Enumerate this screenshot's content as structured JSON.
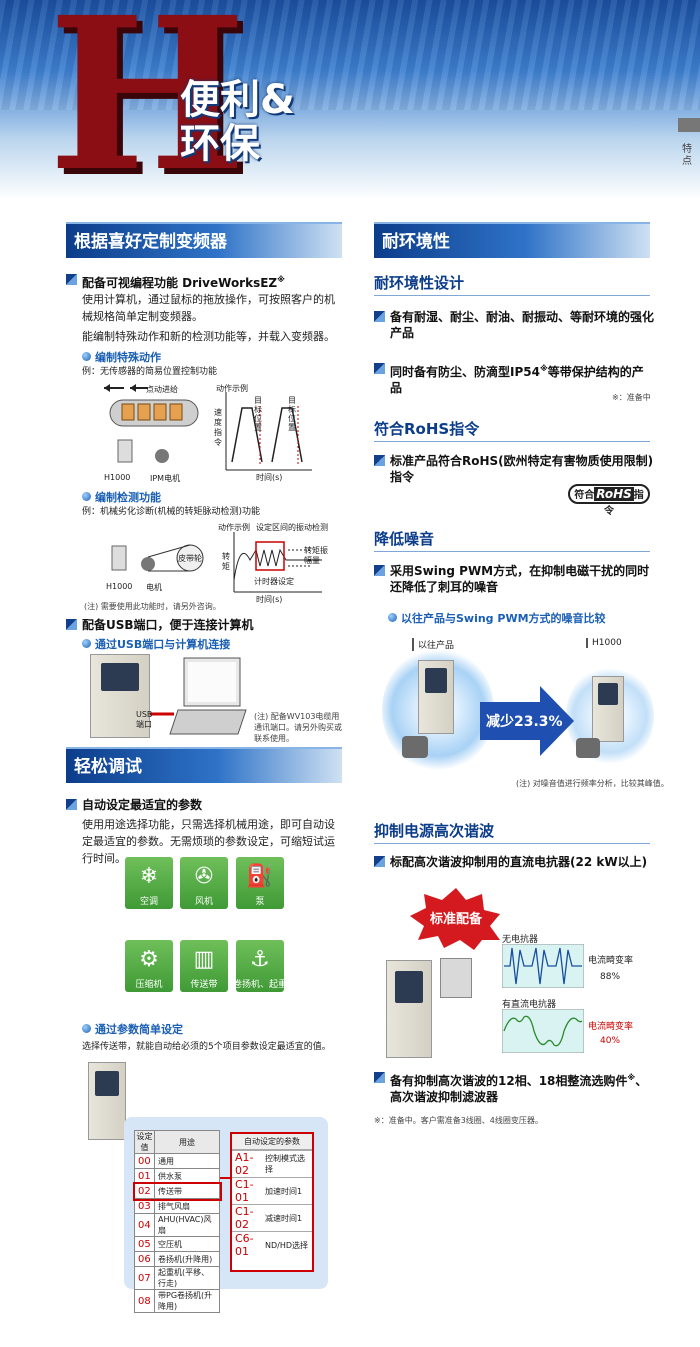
{
  "header": {
    "letter": "H",
    "title_line1": "便利&",
    "title_line2": "环保",
    "side_label": "特点"
  },
  "left": {
    "section1": {
      "title": "根据喜好定制变频器",
      "b1": {
        "title": "配备可视编程功能 DriveWorksEZ",
        "sup": "※"
      },
      "p1": "使用计算机，通过鼠标的拖放操作，可按照客户的机械规格简单定制变频器。",
      "p2": "能编制特殊动作和新的检测功能等，并载入变频器。",
      "d1": "编制特殊动作",
      "d1_example": "例：无传感器的简易位置控制功能",
      "d1_fig": {
        "point": "点动进给",
        "motion": "动作示例",
        "speed": "速度指令",
        "target1": "目标位置",
        "target2": "目标位置",
        "time": "时间(s)",
        "drive": "H1000",
        "motor": "IPM电机"
      },
      "d2": "编制检测功能",
      "d2_example": "例：机械劣化诊断(机械的转矩脉动检测)功能",
      "d2_fig": {
        "motion": "动作示例",
        "detect": "设定区间的振动检测",
        "belt": "皮带轮",
        "torque": "转矩",
        "amp": "转矩振幅量",
        "timer": "计时器设定",
        "time": "时间(s)",
        "drive": "H1000",
        "motor": "电机"
      },
      "d2_note": "(注) 需要使用此功能时，请另外咨询。",
      "b2": "配备USB端口，便于连接计算机",
      "d3": "通过USB端口与计算机连接",
      "usb_label": "USB端口",
      "usb_note": "(注) 配备WV103电缆用通讯端口。请另外购买或联系使用。"
    },
    "section2": {
      "title": "轻松调试",
      "b1": "自动设定最适宜的参数",
      "p1": "使用用途选择功能，只需选择机械用途，即可自动设定最适宜的参数。无需烦琐的参数设定，可缩短试运行时间。",
      "tiles": [
        "空调",
        "风机",
        "泵",
        "压缩机",
        "传送带",
        "卷扬机、起重机"
      ],
      "d1": "通过参数简单设定",
      "d1_text": "选择传送带，就能自动给必须的5个项目参数设定最适宜的值。",
      "table_head": [
        "设定值",
        "用途"
      ],
      "table_rows": [
        [
          "00",
          "通用"
        ],
        [
          "01",
          "供水泵"
        ],
        [
          "02",
          "传送带"
        ],
        [
          "03",
          "排气风扇"
        ],
        [
          "04",
          "AHU(HVAC)风扇"
        ],
        [
          "05",
          "空压机"
        ],
        [
          "06",
          "卷扬机(升降用)"
        ],
        [
          "07",
          "起重机(平移、行走)"
        ],
        [
          "08",
          "带PG卷扬机(升降用)"
        ]
      ],
      "auto_title": "自动设定的参数",
      "auto_rows": [
        [
          "A1-02",
          "控制模式选择"
        ],
        [
          "C1-01",
          "加速时间1"
        ],
        [
          "C1-02",
          "减速时间1"
        ],
        [
          "C6-01",
          "ND/HD选择"
        ]
      ]
    }
  },
  "right": {
    "section1": {
      "title": "耐环境性",
      "sub1": "耐环境性设计",
      "b1": "备有耐湿、耐尘、耐油、耐振动、等耐环境的强化产品",
      "b2": {
        "title": "同时备有防尘、防滴型IP54",
        "sup": "※",
        "tail": "等带保护结构的产品"
      },
      "b2_note": "※：准备中",
      "sub2": "符合RoHS指令",
      "b3": "标准产品符合RoHS(欧州特定有害物质使用限制)指令",
      "rohs_pre": "符合",
      "rohs_mid": "RoHS",
      "rohs_post": "指令",
      "sub3": "降低噪音",
      "b4": "采用Swing PWM方式，在抑制电磁干扰的同时还降低了刺耳的噪音",
      "d1": "以往产品与Swing PWM方式的噪音比较",
      "old_label": "以往产品",
      "new_label": "H1000",
      "reduce": "减少23.3%",
      "noise_note": "(注) 对噪音值进行频率分析，比较其峰值。",
      "sub4": "抑制电源高次谐波",
      "b5": "标配高次谐波抑制用的直流电抗器(22 kW以上)",
      "std_badge": "标准配备",
      "no_reactor": "无电抗器",
      "with_reactor": "有直流电抗器",
      "distortion": "电流畸变率",
      "val1": "88%",
      "val2": "40%",
      "b6": {
        "title": "备有抑制高次谐波的12相、18相整流选购件",
        "sup": "※",
        "tail": "、高次谐波抑制滤波器"
      },
      "b6_note": "※：准备中。客户需准备3线圈、4线圈变压器。"
    }
  }
}
